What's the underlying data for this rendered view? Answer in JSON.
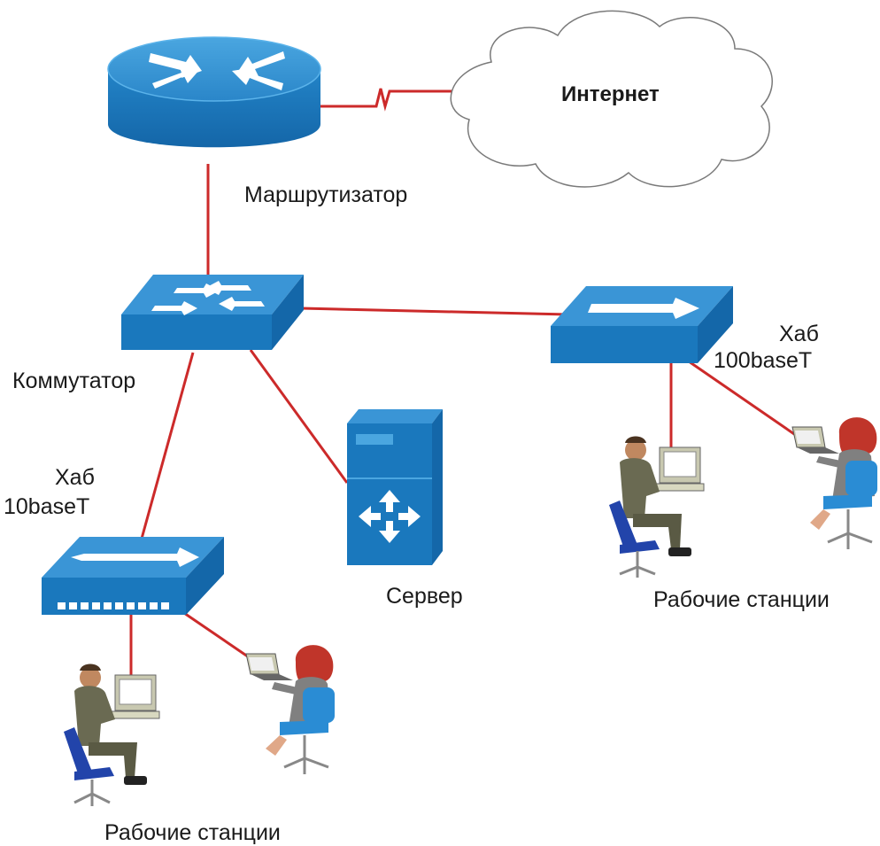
{
  "colors": {
    "link": "#cc2a2a",
    "device_top": "#2e86c7",
    "device_side": "#1a6fb0",
    "cloud_stroke": "#7a7a7a"
  },
  "nodes": {
    "internet": {
      "label": "Интернет",
      "icon": "cloud-icon"
    },
    "router": {
      "label": "Маршрутизатор",
      "icon": "router-icon"
    },
    "switch": {
      "label": "Коммутатор",
      "icon": "switch-icon"
    },
    "hub_100": {
      "label_line1": "Хаб",
      "label_line2": "100baseT",
      "icon": "hub-icon"
    },
    "hub_10": {
      "label_line1": "Хаб",
      "label_line2": "10baseT",
      "icon": "hub-icon"
    },
    "server": {
      "label": "Сервер",
      "icon": "server-icon"
    },
    "workstations_right": {
      "label": "Рабочие станции",
      "icon": "user-workstation-icon"
    },
    "workstations_left": {
      "label": "Рабочие станции",
      "icon": "user-workstation-icon"
    }
  }
}
